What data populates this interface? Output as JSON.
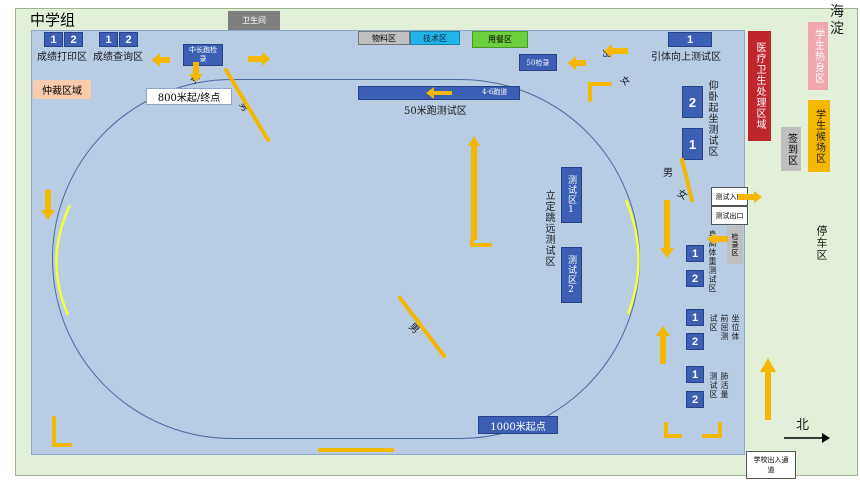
{
  "title": "中学组",
  "east_label": "海淀",
  "north_label": "北",
  "zones": {
    "toilet": "卫生间",
    "materials": "物料区",
    "tech": "技术区",
    "dining": "用餐区",
    "score_print": "成绩打印区",
    "score_query": "成绩查询区",
    "referee": "仲裁区域",
    "mid_long_check": "中长跑检录",
    "run800": "800米起/终点",
    "run50_check": "50检录",
    "run50_lane": "4-6跑道",
    "run50_zone": "50米跑测试区",
    "pullup": "引体向上测试区",
    "situp": "仰卧起坐测试区",
    "medical": "医疗卫生处理区域",
    "warmup": "学生热身区",
    "waiting": "学生候场区",
    "signin": "签到区",
    "long_jump": "立定跳远测试区",
    "lj_zone1": "测试区1",
    "lj_zone2": "测试区2",
    "entry": "测试入口",
    "exit": "测试出口",
    "check_in": "检录区",
    "height_weight": "身高体重测试区",
    "sit_reach": "坐位体前屈测试区",
    "vital": "肺活量测试区",
    "run1000": "1000米起点",
    "parking": "停车区",
    "gate": "学校出入通道",
    "male": "男",
    "female": "女"
  },
  "numbers": {
    "one": "1",
    "two": "2"
  },
  "colors": {
    "arrow": "#f5b800",
    "station": "#3b5fb3",
    "medical": "#c0272d",
    "waiting": "#f5b800",
    "warmup": "#f2a7b0"
  }
}
